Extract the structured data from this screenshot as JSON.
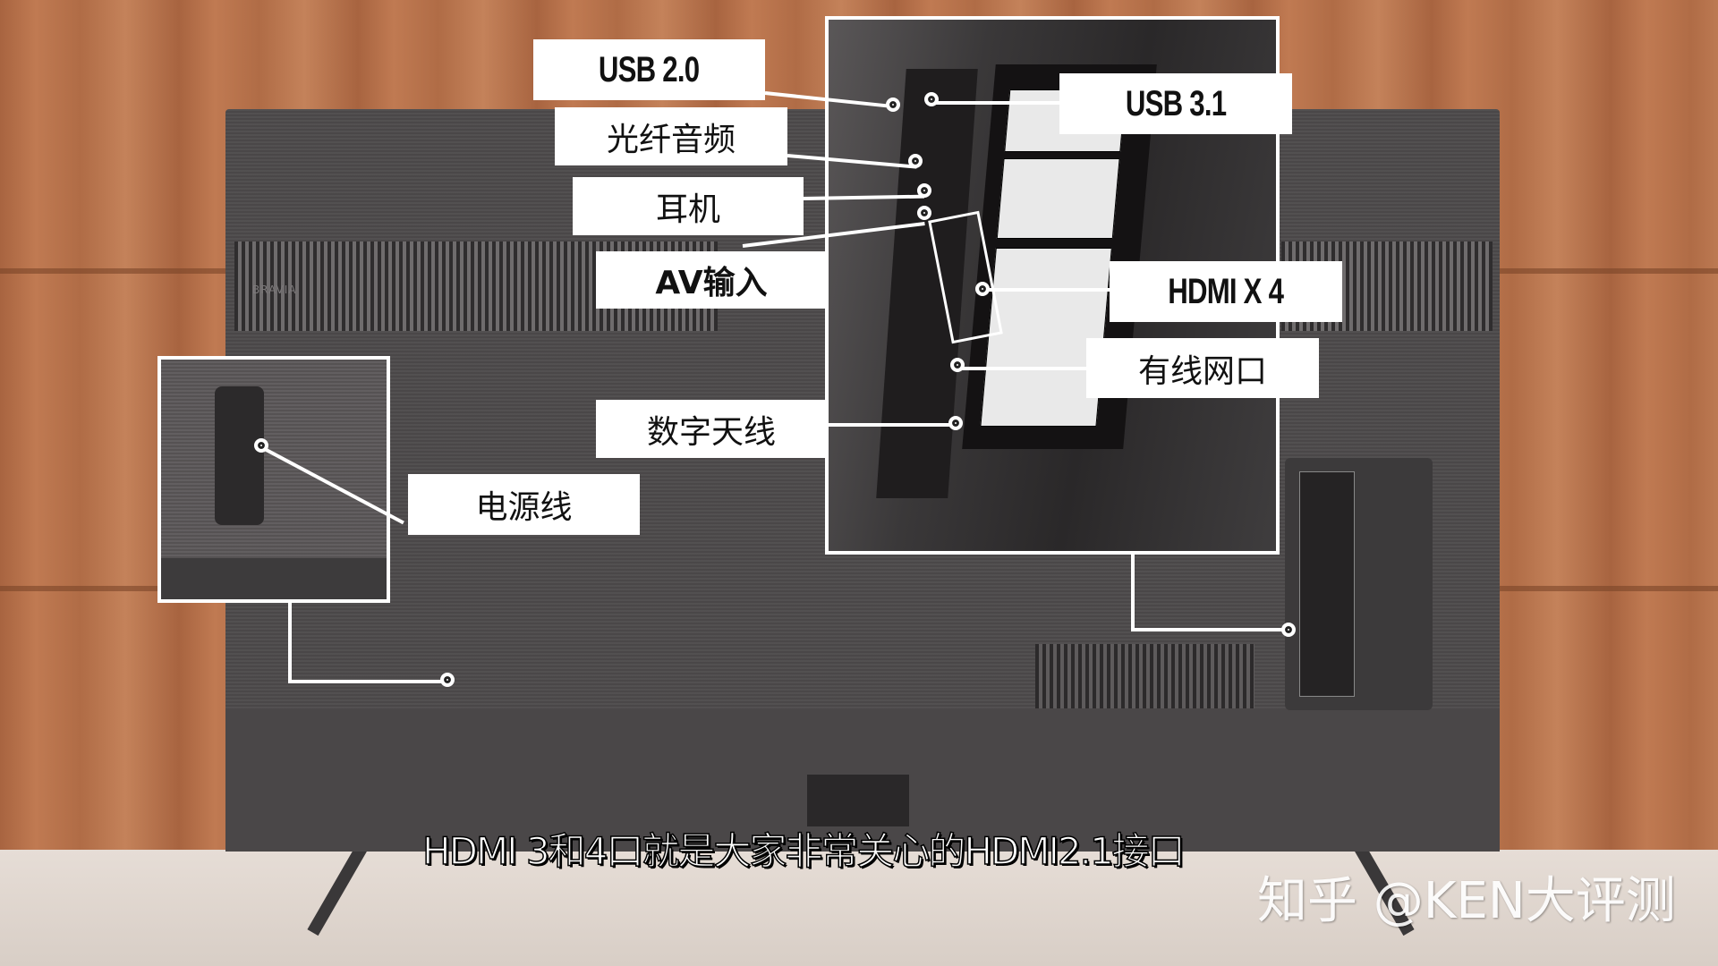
{
  "scene": {
    "description": "Sony BRAVIA TV rear panel with annotated connection ports",
    "brand_mark": "BRAVIA"
  },
  "callouts": {
    "usb20": "USB 2.0",
    "optical": "光纤音频",
    "headphone": "耳机",
    "av_in": "AV输入",
    "antenna": "数字天线",
    "usb31": "USB 3.1",
    "hdmi": "HDMI X 4",
    "lan": "有线网口",
    "power": "电源线"
  },
  "subtitle": "HDMI 3和4口就是大家非常关心的HDMI2.1接口",
  "watermark": "知乎 @KEN大评测",
  "colors": {
    "label_bg": "#ffffff",
    "label_text": "#111111",
    "tv_body": "#4d4a4b",
    "wall": "#b8744e"
  }
}
